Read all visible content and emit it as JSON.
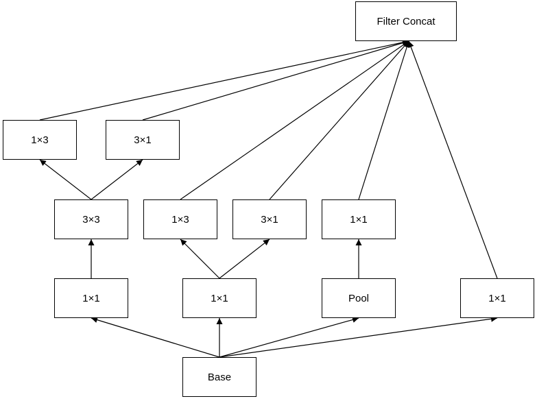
{
  "nodes": {
    "filter_concat": "Filter Concat",
    "branch_1x3": "1×3",
    "branch_3x1": "3×1",
    "conv_3x3": "3×3",
    "mid_1x3": "1×3",
    "mid_3x1": "3×1",
    "mid_1x1": "1×1",
    "left_1x1": "1×1",
    "center_1x1": "1×1",
    "pool": "Pool",
    "right_1x1": "1×1",
    "base": "Base"
  },
  "edge_color": "#000000"
}
